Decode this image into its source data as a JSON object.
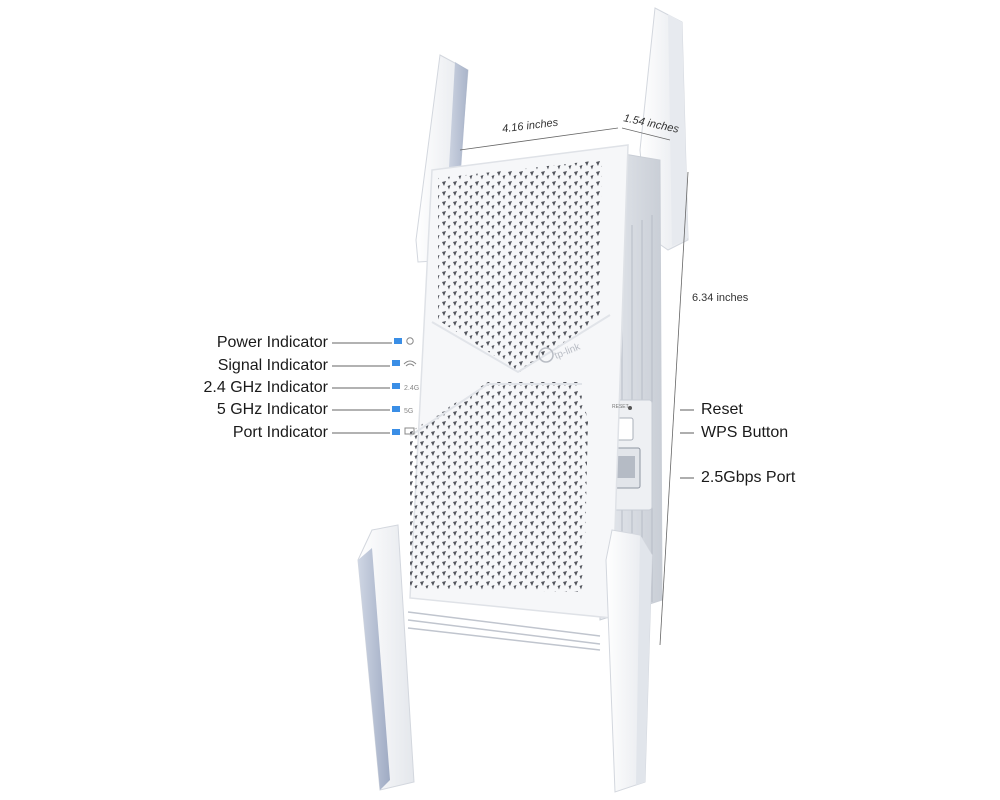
{
  "brand": "tp-link",
  "dimensions": {
    "width": "4.16 inches",
    "depth": "1.54 inches",
    "height": "6.34 inches"
  },
  "left_callouts": [
    {
      "label": "Power Indicator",
      "icon": "power-icon"
    },
    {
      "label": "Signal Indicator",
      "icon": "wifi-signal-icon"
    },
    {
      "label": "2.4 GHz Indicator",
      "icon_text": "2.4G"
    },
    {
      "label": "5 GHz Indicator",
      "icon_text": "5G"
    },
    {
      "label": "Port Indicator",
      "icon": "monitor-icon"
    }
  ],
  "right_callouts": [
    {
      "label": "Reset"
    },
    {
      "label": "WPS Button"
    },
    {
      "label": "2.5Gbps Port"
    }
  ],
  "side_reset_text": "RESET",
  "colors": {
    "led_blue": "#3a8ee6",
    "device_white": "#f4f5f7",
    "device_shadow": "#d9dde3",
    "antenna_shade": "#b9c3d6"
  }
}
